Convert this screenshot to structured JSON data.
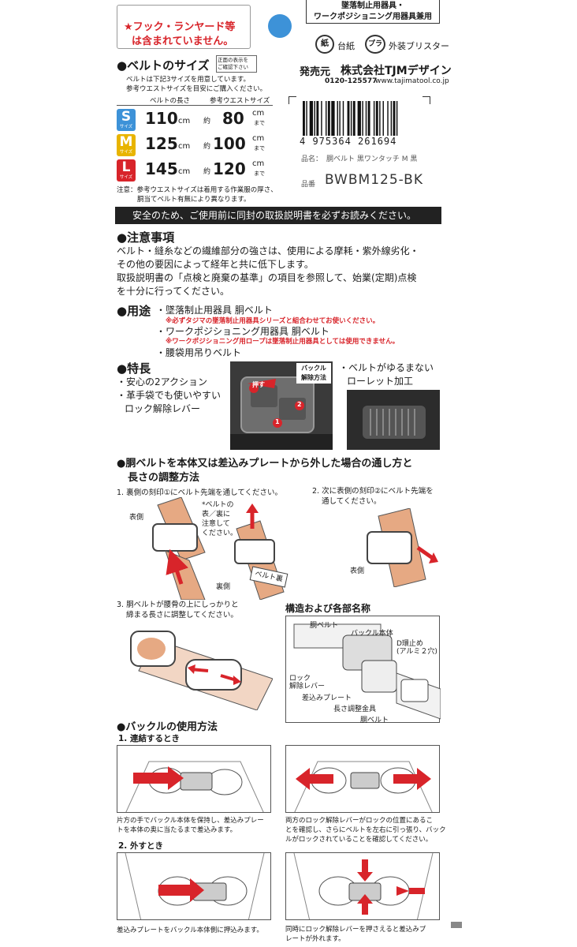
{
  "warning": {
    "line1": "★フック・ランヤード等",
    "line2": "は含まれていません。"
  },
  "badge": {
    "line1": "墜落制止用器具・",
    "line2": "ワークポジショニング用器具兼用"
  },
  "recycle": {
    "paper_mark": "紙",
    "paper_label": "台紙",
    "plastic_mark": "プラ",
    "plastic_label": "外装ブリスター"
  },
  "seller": {
    "label": "発売元",
    "name": "株式会社TJMデザイン",
    "phone": "0120-125577",
    "url": "www.tajimatool.co.jp"
  },
  "barcode": {
    "digits": "4 975364 261694"
  },
  "product": {
    "name_label": "品名：",
    "name": "胴ベルト 黒ワンタッチ M 黒",
    "code_label": "品番",
    "code": "BWBM125-BK"
  },
  "size_section": {
    "title": "●ベルトのサイズ",
    "note_box": "正面の表示を\nご確認下さい",
    "intro1": "ベルトは下記3サイズを用意しています。",
    "intro2": "参考ウエストサイズを目安にご購入ください。",
    "col_length": "ベルトの長さ",
    "col_waist": "参考ウエストサイズ",
    "approx": "約",
    "unit_cm": "cm",
    "unit_made": "まで",
    "size_word": "サイズ",
    "rows": [
      {
        "letter": "S",
        "length": "110",
        "waist": "80"
      },
      {
        "letter": "M",
        "length": "125",
        "waist": "100"
      },
      {
        "letter": "L",
        "length": "145",
        "waist": "120"
      }
    ],
    "note1": "注意：参考ウエストサイズは着用する作業服の厚さ、",
    "note2": "胴当てベルト有無により異なります。"
  },
  "safety_banner": "安全のため、ご使用前に同封の取扱説明書を必ずお読みください。",
  "caution": {
    "title": "●注意事項",
    "line1": "ベルト・縫糸などの繊維部分の強さは、使用による摩耗・紫外線劣化・",
    "line2": "その他の要因によって経年と共に低下します。",
    "line3": "取扱説明書の「点検と廃棄の基準」の項目を参照して、始業(定期)点検",
    "line4": "を十分に行ってください。"
  },
  "usage": {
    "title": "●用途",
    "item1": "・墜落制止用器具 胴ベルト",
    "note1": "※必ずタジマの墜落制止用器具シリーズと組合わせてお使いください。",
    "item2": "・ワークポジショニング用器具 胴ベルト",
    "note2": "※ワークポジショニング用ロープは墜落制止用器具としては使用できません。",
    "item3": "・腰袋用吊りベルト"
  },
  "features": {
    "title": "●特長",
    "item1": "・安心の2アクション",
    "item2a": "・革手袋でも使いやすい",
    "item2b": "ロック解除レバー",
    "buckle_label1": "バックル",
    "buckle_label2": "解除方法",
    "press_label": "押す",
    "step1": "1",
    "step2": "2",
    "item3a": "・ベルトがゆるまない",
    "item3b": "ローレット加工"
  },
  "threading": {
    "title1": "●胴ベルトを本体又は差込みプレートから外した場合の通し方と",
    "title2": "長さの調整方法",
    "step1": "1. 裏側の刻印①にベルト先端を通してください。",
    "step1_note1": "*ベルトの",
    "step1_note2": "表／裏に",
    "step1_note3": "注意して",
    "step1_note4": "ください。",
    "front_label": "表側",
    "back_label": "裏側",
    "belt_back_label": "ベルト裏",
    "step2a": "2. 次に表側の刻印②にベルト先端を",
    "step2b": "通してください。",
    "step2_front": "表側",
    "step3a": "3. 胴ベルトが腰骨の上にしっかりと",
    "step3b": "締まる長さに調整してください。"
  },
  "structure": {
    "title": "構造および各部名称",
    "belt_top": "胴ベルト",
    "buckle_body": "バックル本体",
    "d_ring1": "D環止め",
    "d_ring2": "(アルミ２穴)",
    "lock1": "ロック",
    "lock2": "解除レバー",
    "plate": "差込みプレート",
    "adjuster": "長さ調整金具",
    "belt_bottom": "胴ベルト"
  },
  "buckle_use": {
    "title": "●バックルの使用方法",
    "connect": "1. 連結するとき",
    "connect_left1": "片方の手でバックル本体を保持し、差込みプレー",
    "connect_left2": "トを本体の奥に当たるまで差込みます。",
    "connect_right1": "両方のロック解除レバーがロックの位置にあるこ",
    "connect_right2": "とを確認し、さらにベルトを左右に引っ張り、バック",
    "connect_right3": "ルがロックされていることを確認してください。",
    "release": "2. 外すとき",
    "release_left": "差込みプレートをバックル本体側に押込みます。",
    "release_right1": "同時にロック解除レバーを押さえると差込みプ",
    "release_right2": "レートが外れます。"
  },
  "colors": {
    "red": "#d8242a",
    "blue_dot": "#3d92d8",
    "banner": "#222222",
    "skin": "#e6a983"
  }
}
